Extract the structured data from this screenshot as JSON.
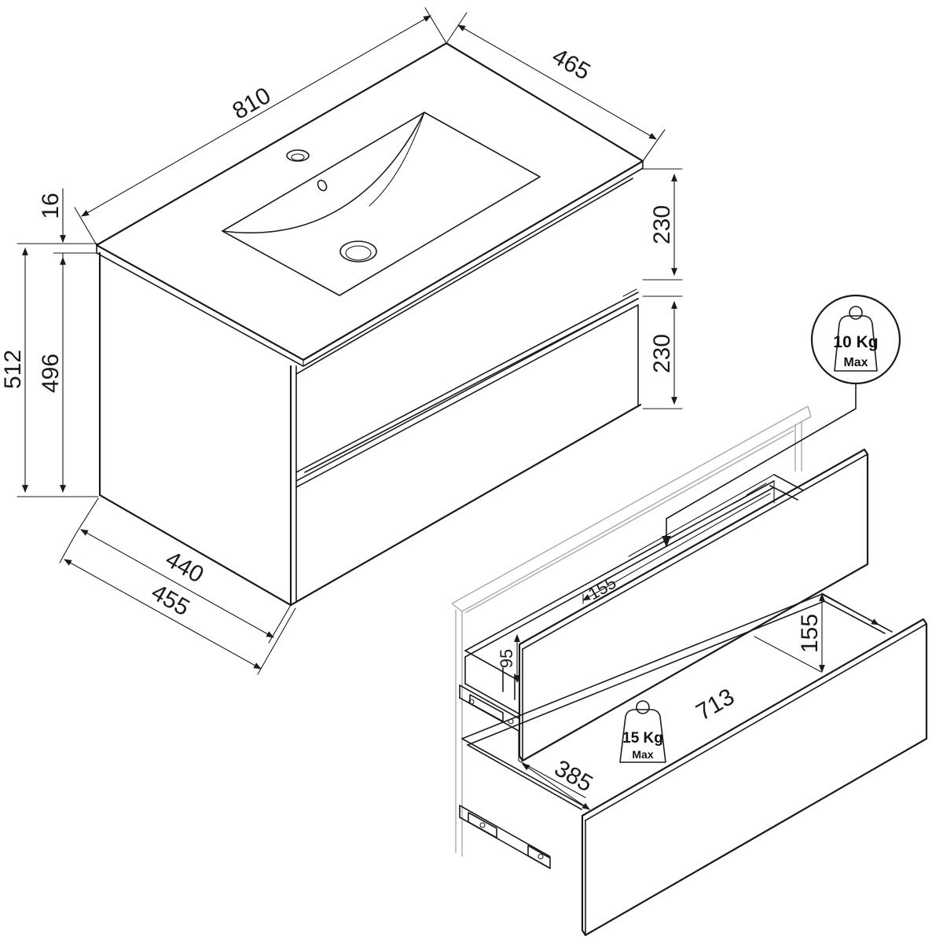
{
  "dimensions": {
    "width_total": "810",
    "depth_total": "465",
    "worktop_thickness": "16",
    "height_total": "512",
    "height_body": "496",
    "drawer_top_height": "230",
    "drawer_bottom_height": "230",
    "depth_body": "440",
    "depth_overall": "455",
    "inner_drawer_depth_top": "155",
    "inner_drawer_height_top": "95",
    "inner_drawer_height_bottom": "155",
    "inner_drawer_width": "713",
    "inner_drawer_depth": "385"
  },
  "weights": {
    "top_drawer": {
      "value": "10 Kg",
      "label": "Max"
    },
    "bottom_drawer": {
      "value": "15 Kg",
      "label": "Max"
    }
  }
}
